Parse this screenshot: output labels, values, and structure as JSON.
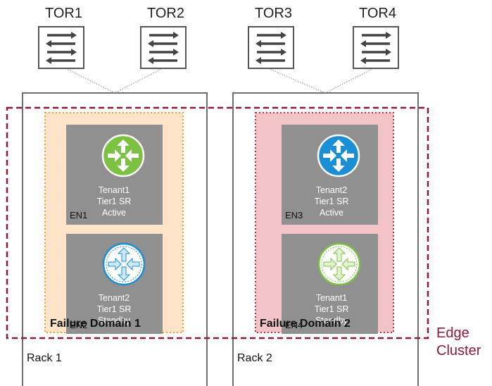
{
  "tors": [
    {
      "label": "TOR1"
    },
    {
      "label": "TOR2"
    },
    {
      "label": "TOR3"
    },
    {
      "label": "TOR4"
    }
  ],
  "racks": [
    {
      "label": "Rack 1"
    },
    {
      "label": "Rack 2"
    }
  ],
  "edge_cluster": {
    "line1": "Edge",
    "line2": "Cluster",
    "color": "#8b1a3a"
  },
  "failure_domains": [
    {
      "label": "Failure  Domain 1",
      "fill": "#fde3c8",
      "border": "#f0a030"
    },
    {
      "label": "Failure Domain 2",
      "fill": "#f2c4c8",
      "border": "#c83040"
    }
  ],
  "edge_nodes": [
    {
      "id": "EN1",
      "tenant": "Tenant1",
      "tier": "Tier1 SR",
      "state": "Active",
      "icon": "router-green-solid-icon"
    },
    {
      "id": "EN2",
      "tenant": "Tenant2",
      "tier": "Tier1 SR",
      "state": "Standby",
      "icon": "router-blue-outline-icon"
    },
    {
      "id": "EN3",
      "tenant": "Tenant2",
      "tier": "Tier1 SR",
      "state": "Active",
      "icon": "router-blue-solid-icon"
    },
    {
      "id": "EN4",
      "tenant": "Tenant1",
      "tier": "Tier1 SR",
      "state": "Standby",
      "icon": "router-green-outline-icon"
    }
  ],
  "colors": {
    "node_bg": "#909090",
    "green": "#7cc142",
    "blue": "#1a8fd6"
  }
}
